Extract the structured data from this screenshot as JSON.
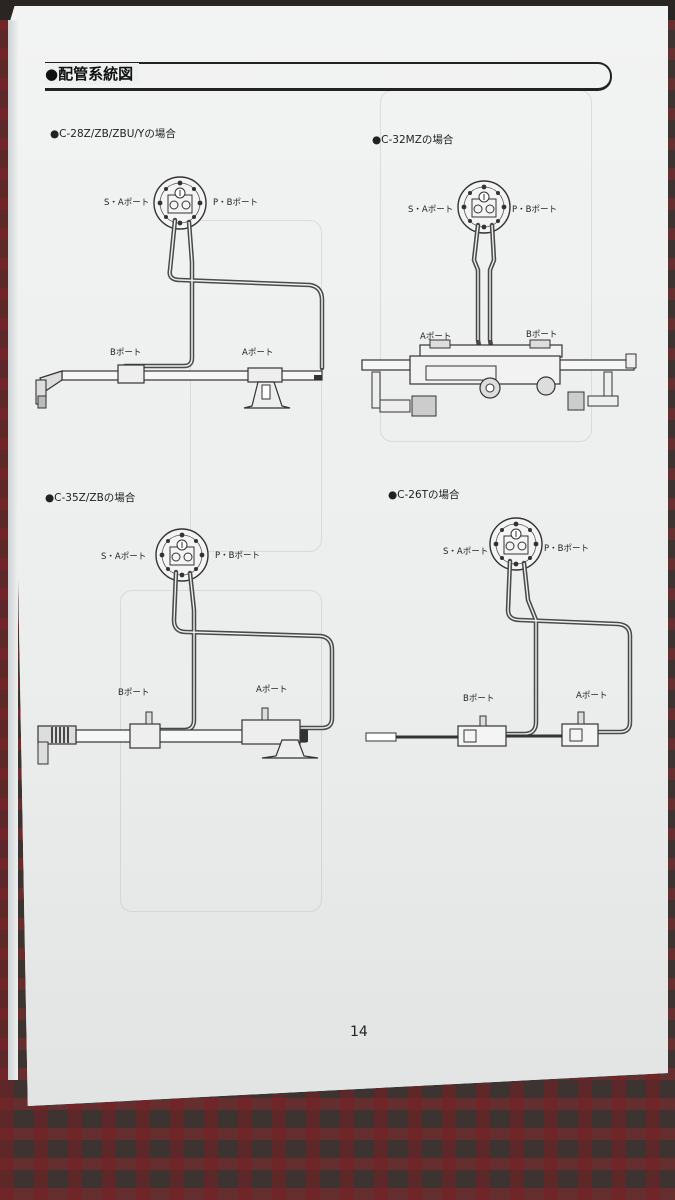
{
  "header": {
    "title": "●配管系統図"
  },
  "diagrams": [
    {
      "heading": "●C-28Z/ZB/ZBU/Yの場合",
      "labels": {
        "sa": "S・Aポート",
        "pb": "P・Bポート",
        "b": "Bポート",
        "a": "Aポート"
      }
    },
    {
      "heading": "●C-32MZの場合",
      "labels": {
        "sa": "S・Aポート",
        "pb": "P・Bポート",
        "b": "Bポート",
        "a": "Aポート"
      }
    },
    {
      "heading": "●C-35Z/ZBの場合",
      "labels": {
        "sa": "S・Aポート",
        "pb": "P・Bポート",
        "b": "Bポート",
        "a": "Aポート"
      }
    },
    {
      "heading": "●C-26Tの場合",
      "labels": {
        "sa": "S・Aポート",
        "pb": "P・Bポート",
        "b": "Bポート",
        "a": "Aポート"
      }
    }
  ],
  "footer": {
    "page_number": "14"
  },
  "colors": {
    "paper": "#eef0f0",
    "ink": "#222222",
    "hose": "#4a4a4a"
  }
}
